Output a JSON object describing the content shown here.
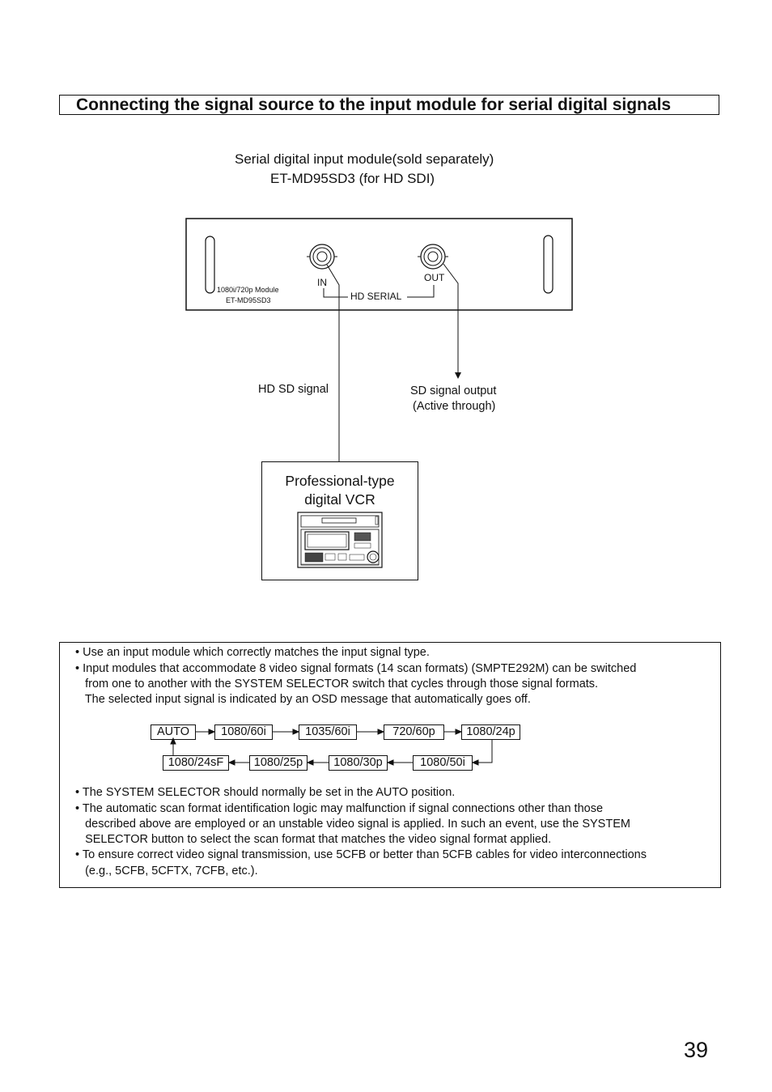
{
  "title": "Connecting the signal source to the input module for serial digital signals",
  "module": {
    "heading_line1": "Serial digital input module(sold separately)",
    "heading_line2": "ET-MD95SD3 (for HD SDI)",
    "panel_label_1": "1080i/720p Module",
    "panel_label_2": "ET-MD95SD3",
    "in_label": "IN",
    "out_label": "OUT",
    "hd_serial_label": "HD SERIAL"
  },
  "signals": {
    "input": "HD SD signal",
    "output_line1": "SD signal output",
    "output_line2": "(Active through)"
  },
  "vcr": {
    "line1": "Professional-type",
    "line2": "digital VCR"
  },
  "notes": {
    "lines": [
      "• Use an input module which correctly matches the input signal type.",
      "• Input modules that accommodate 8 video signal formats (14 scan formats) (SMPTE292M) can be switched",
      "   from one to another with the SYSTEM SELECTOR switch that cycles through those signal formats.",
      "   The selected input signal is indicated by an OSD message that automatically goes off."
    ],
    "lines_after": [
      "• The SYSTEM SELECTOR should normally be set in the AUTO position.",
      "• The automatic scan format identification logic may malfunction if signal connections other than those",
      "   described above are employed or an unstable video signal is applied. In such an event, use the SYSTEM",
      "   SELECTOR button to select the scan format that matches the video signal format applied.",
      "• To ensure correct video signal transmission, use 5CFB or better than 5CFB cables for video interconnections",
      "   (e.g., 5CFB, 5CFTX, 7CFB, etc.)."
    ]
  },
  "format_cycle": {
    "row1": [
      "AUTO",
      "1080/60i",
      "1035/60i",
      "720/60p",
      "1080/24p"
    ],
    "row2": [
      "1080/24sF",
      "1080/25p",
      "1080/30p",
      "1080/50i"
    ]
  },
  "page_number": "39"
}
